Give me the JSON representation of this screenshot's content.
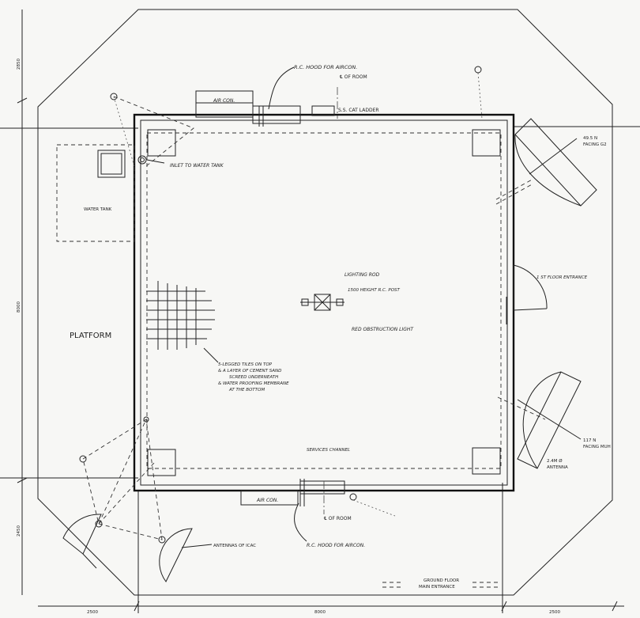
{
  "labels": {
    "rc_hood_top": "R.C. HOOD FOR AIRCON.",
    "cl_room_top": "℄ OF ROOM",
    "ss_cat_ladder": "S.S. CAT LADDER",
    "air_con_top": "AIR CON.",
    "inlet": "INLET TO WATER TANK",
    "water_tank": "WATER TANK",
    "platform": "PLATFORM",
    "lighting_rod": "LIGHTING ROD",
    "rc_post": "1500 HEIGHT R.C. POST",
    "red_light": "RED OBSTRUCTION LIGHT",
    "tiles_1": "5-LEGGED TILES ON TOP",
    "tiles_2": "& A LAYER OF CEMENT SAND",
    "tiles_3": "SCREED UNDERNEATH",
    "tiles_4": "& WATER PROOFING MEMBRANE",
    "tiles_5": "AT THE BOTTOM",
    "first_floor": "1 ST FLOOR ENTRANCE",
    "dish_top_1": "49.5 N",
    "dish_top_2": "FACING G2",
    "dish_bot_1": "117 N",
    "dish_bot_2": "FACING MUH",
    "antenna_1": "2.4M Ø",
    "antenna_2": "ANTENNA",
    "services": "SERVICES CHANNEL",
    "air_con_bot": "AIR CON.",
    "cl_room_bot": "℄ OF ROOM",
    "rc_hood_bot": "R.C. HOOD FOR AIRCON.",
    "icac": "ANTENNAS OF ICAC",
    "ground_1": "GROUND FLOOR",
    "ground_2": "MAIN ENTRANCE"
  },
  "dimensions": {
    "left_top": "2850",
    "left_mid": "8000",
    "left_bot": "2450",
    "bottom_left": "2500",
    "bottom_mid": "8000",
    "bottom_right": "2500"
  }
}
